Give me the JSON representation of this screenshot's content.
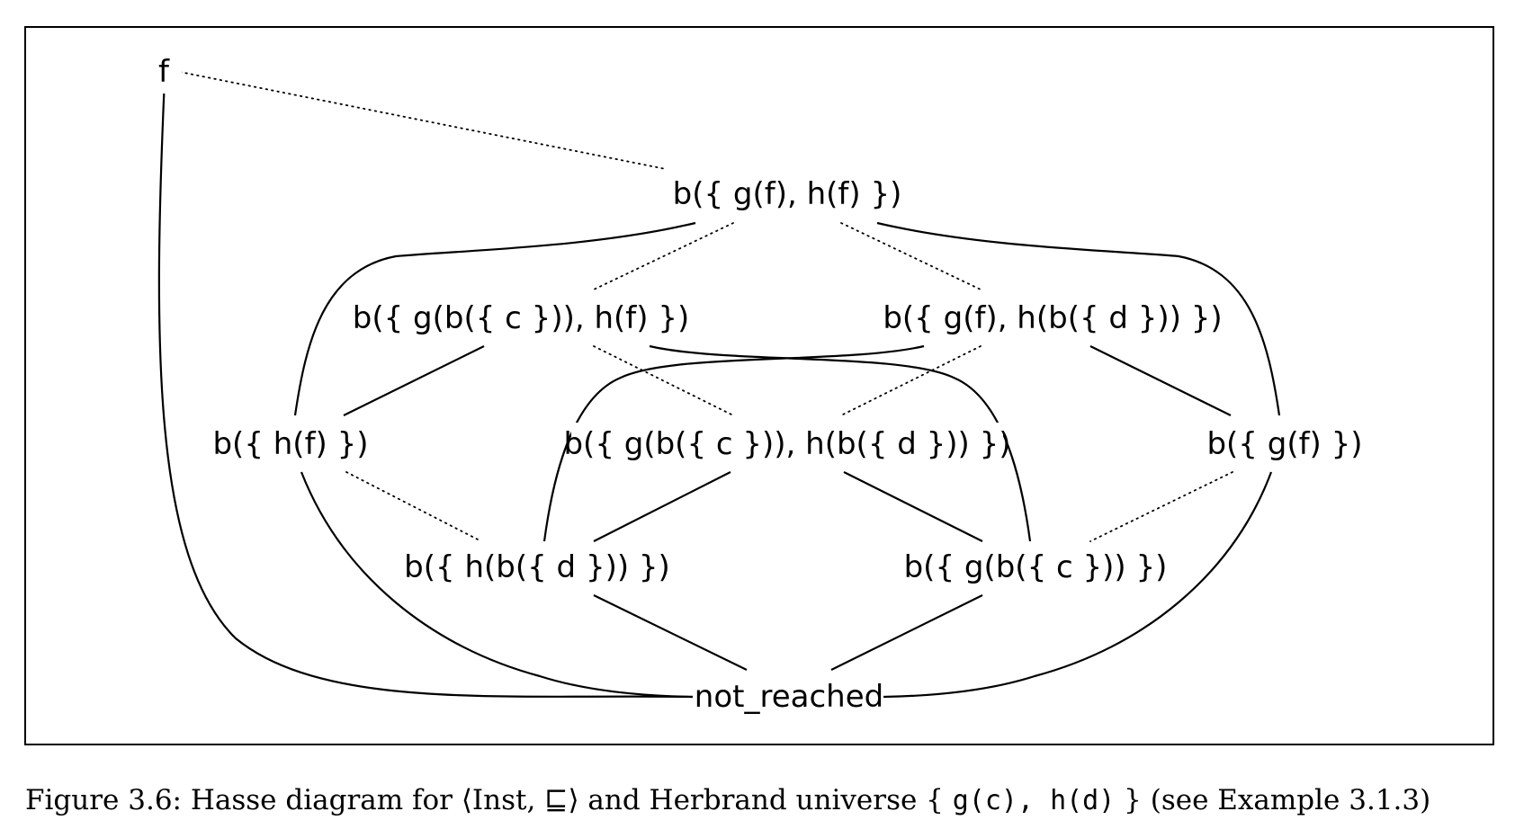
{
  "nodes": {
    "f": "f",
    "top": "b({ g(f), h(f) })",
    "upper_left": "b({ g(b({ c })), h(f) })",
    "upper_right": "b({ g(f), h(b({ d })) })",
    "mid_left": "b({ h(f) })",
    "mid_center": "b({ g(b({ c })), h(b({ d })) })",
    "mid_right": "b({ g(f) })",
    "low_left": "b({ h(b({ d })) })",
    "low_right": "b({ g(b({ c })) })",
    "bottom": "not_reached"
  },
  "caption": {
    "prefix": "Figure 3.6: Hasse diagram for ⟨Inst, ⊑⟩ and Herbrand universe { ",
    "term1": "g(c),",
    "term2": "h(d)",
    "suffix": " } (see Example 3.1.3)"
  }
}
